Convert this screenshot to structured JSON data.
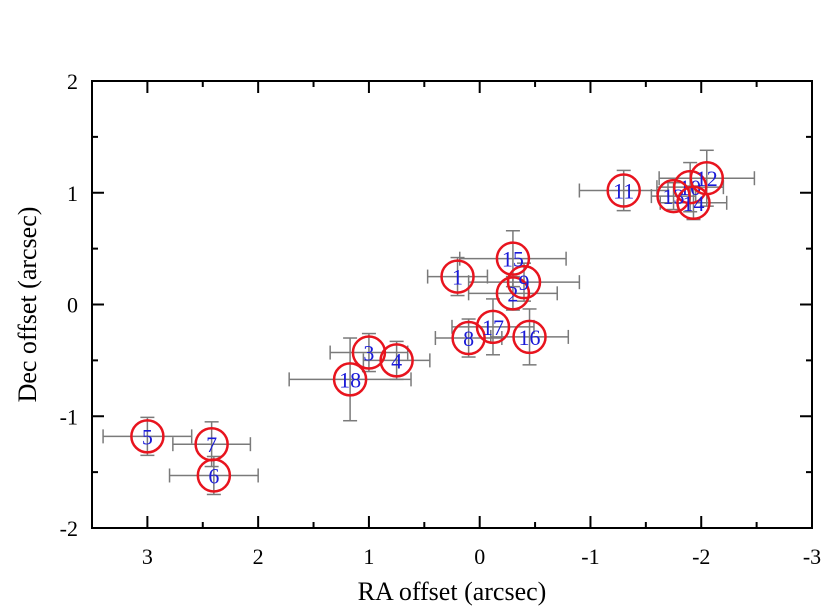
{
  "chart_data": {
    "type": "scatter",
    "title": "",
    "xlabel": "RA offset (arcsec)",
    "ylabel": "Dec offset (arcsec)",
    "xlim": [
      3.5,
      -3
    ],
    "ylim": [
      -2,
      2
    ],
    "x_reversed": true,
    "xticks": [
      3,
      2,
      1,
      0,
      -1,
      -2,
      -3
    ],
    "xtick_labels": [
      "3",
      "2",
      "1",
      "0",
      "-1",
      "-2",
      "-3"
    ],
    "yticks": [
      -2,
      -1,
      0,
      1,
      2
    ],
    "ytick_labels": [
      "-2",
      "-1",
      "0",
      "1",
      "2"
    ],
    "grid": false,
    "marker": "circle",
    "marker_edge_color": "#e8141e",
    "label_color": "#1a1ad8",
    "errorbar_color": "#7a7a7a",
    "points": [
      {
        "label": "1",
        "x": 0.2,
        "y": 0.25,
        "xerr": 0.27,
        "yerr": 0.17
      },
      {
        "label": "2",
        "x": -0.3,
        "y": 0.1,
        "xerr": 0.4,
        "yerr": 0.15
      },
      {
        "label": "3",
        "x": 1.0,
        "y": -0.43,
        "xerr": 0.35,
        "yerr": 0.17
      },
      {
        "label": "4",
        "x": 0.75,
        "y": -0.5,
        "xerr": 0.3,
        "yerr": 0.17
      },
      {
        "label": "5",
        "x": 3.0,
        "y": -1.18,
        "xerr": 0.4,
        "yerr": 0.17
      },
      {
        "label": "6",
        "x": 2.4,
        "y": -1.53,
        "xerr": 0.4,
        "yerr": 0.17
      },
      {
        "label": "7",
        "x": 2.42,
        "y": -1.25,
        "xerr": 0.35,
        "yerr": 0.2
      },
      {
        "label": "8",
        "x": 0.1,
        "y": -0.3,
        "xerr": 0.3,
        "yerr": 0.17
      },
      {
        "label": "9",
        "x": -0.4,
        "y": 0.2,
        "xerr": 0.5,
        "yerr": 0.17
      },
      {
        "label": "10",
        "x": -1.9,
        "y": 1.05,
        "xerr": 0.3,
        "yerr": 0.22
      },
      {
        "label": "11",
        "x": -1.3,
        "y": 1.02,
        "xerr": 0.4,
        "yerr": 0.18
      },
      {
        "label": "12",
        "x": -2.05,
        "y": 1.13,
        "xerr": 0.43,
        "yerr": 0.25
      },
      {
        "label": "13",
        "x": -1.75,
        "y": 0.97,
        "xerr": 0.2,
        "yerr": 0.12
      },
      {
        "label": "14",
        "x": -1.93,
        "y": 0.91,
        "xerr": 0.3,
        "yerr": 0.15
      },
      {
        "label": "15",
        "x": -0.3,
        "y": 0.41,
        "xerr": 0.48,
        "yerr": 0.25
      },
      {
        "label": "16",
        "x": -0.45,
        "y": -0.29,
        "xerr": 0.35,
        "yerr": 0.25
      },
      {
        "label": "17",
        "x": -0.12,
        "y": -0.2,
        "xerr": 0.37,
        "yerr": 0.25
      },
      {
        "label": "18",
        "x": 1.17,
        "y": -0.67,
        "xerr": 0.55,
        "yerr": 0.37
      }
    ]
  }
}
